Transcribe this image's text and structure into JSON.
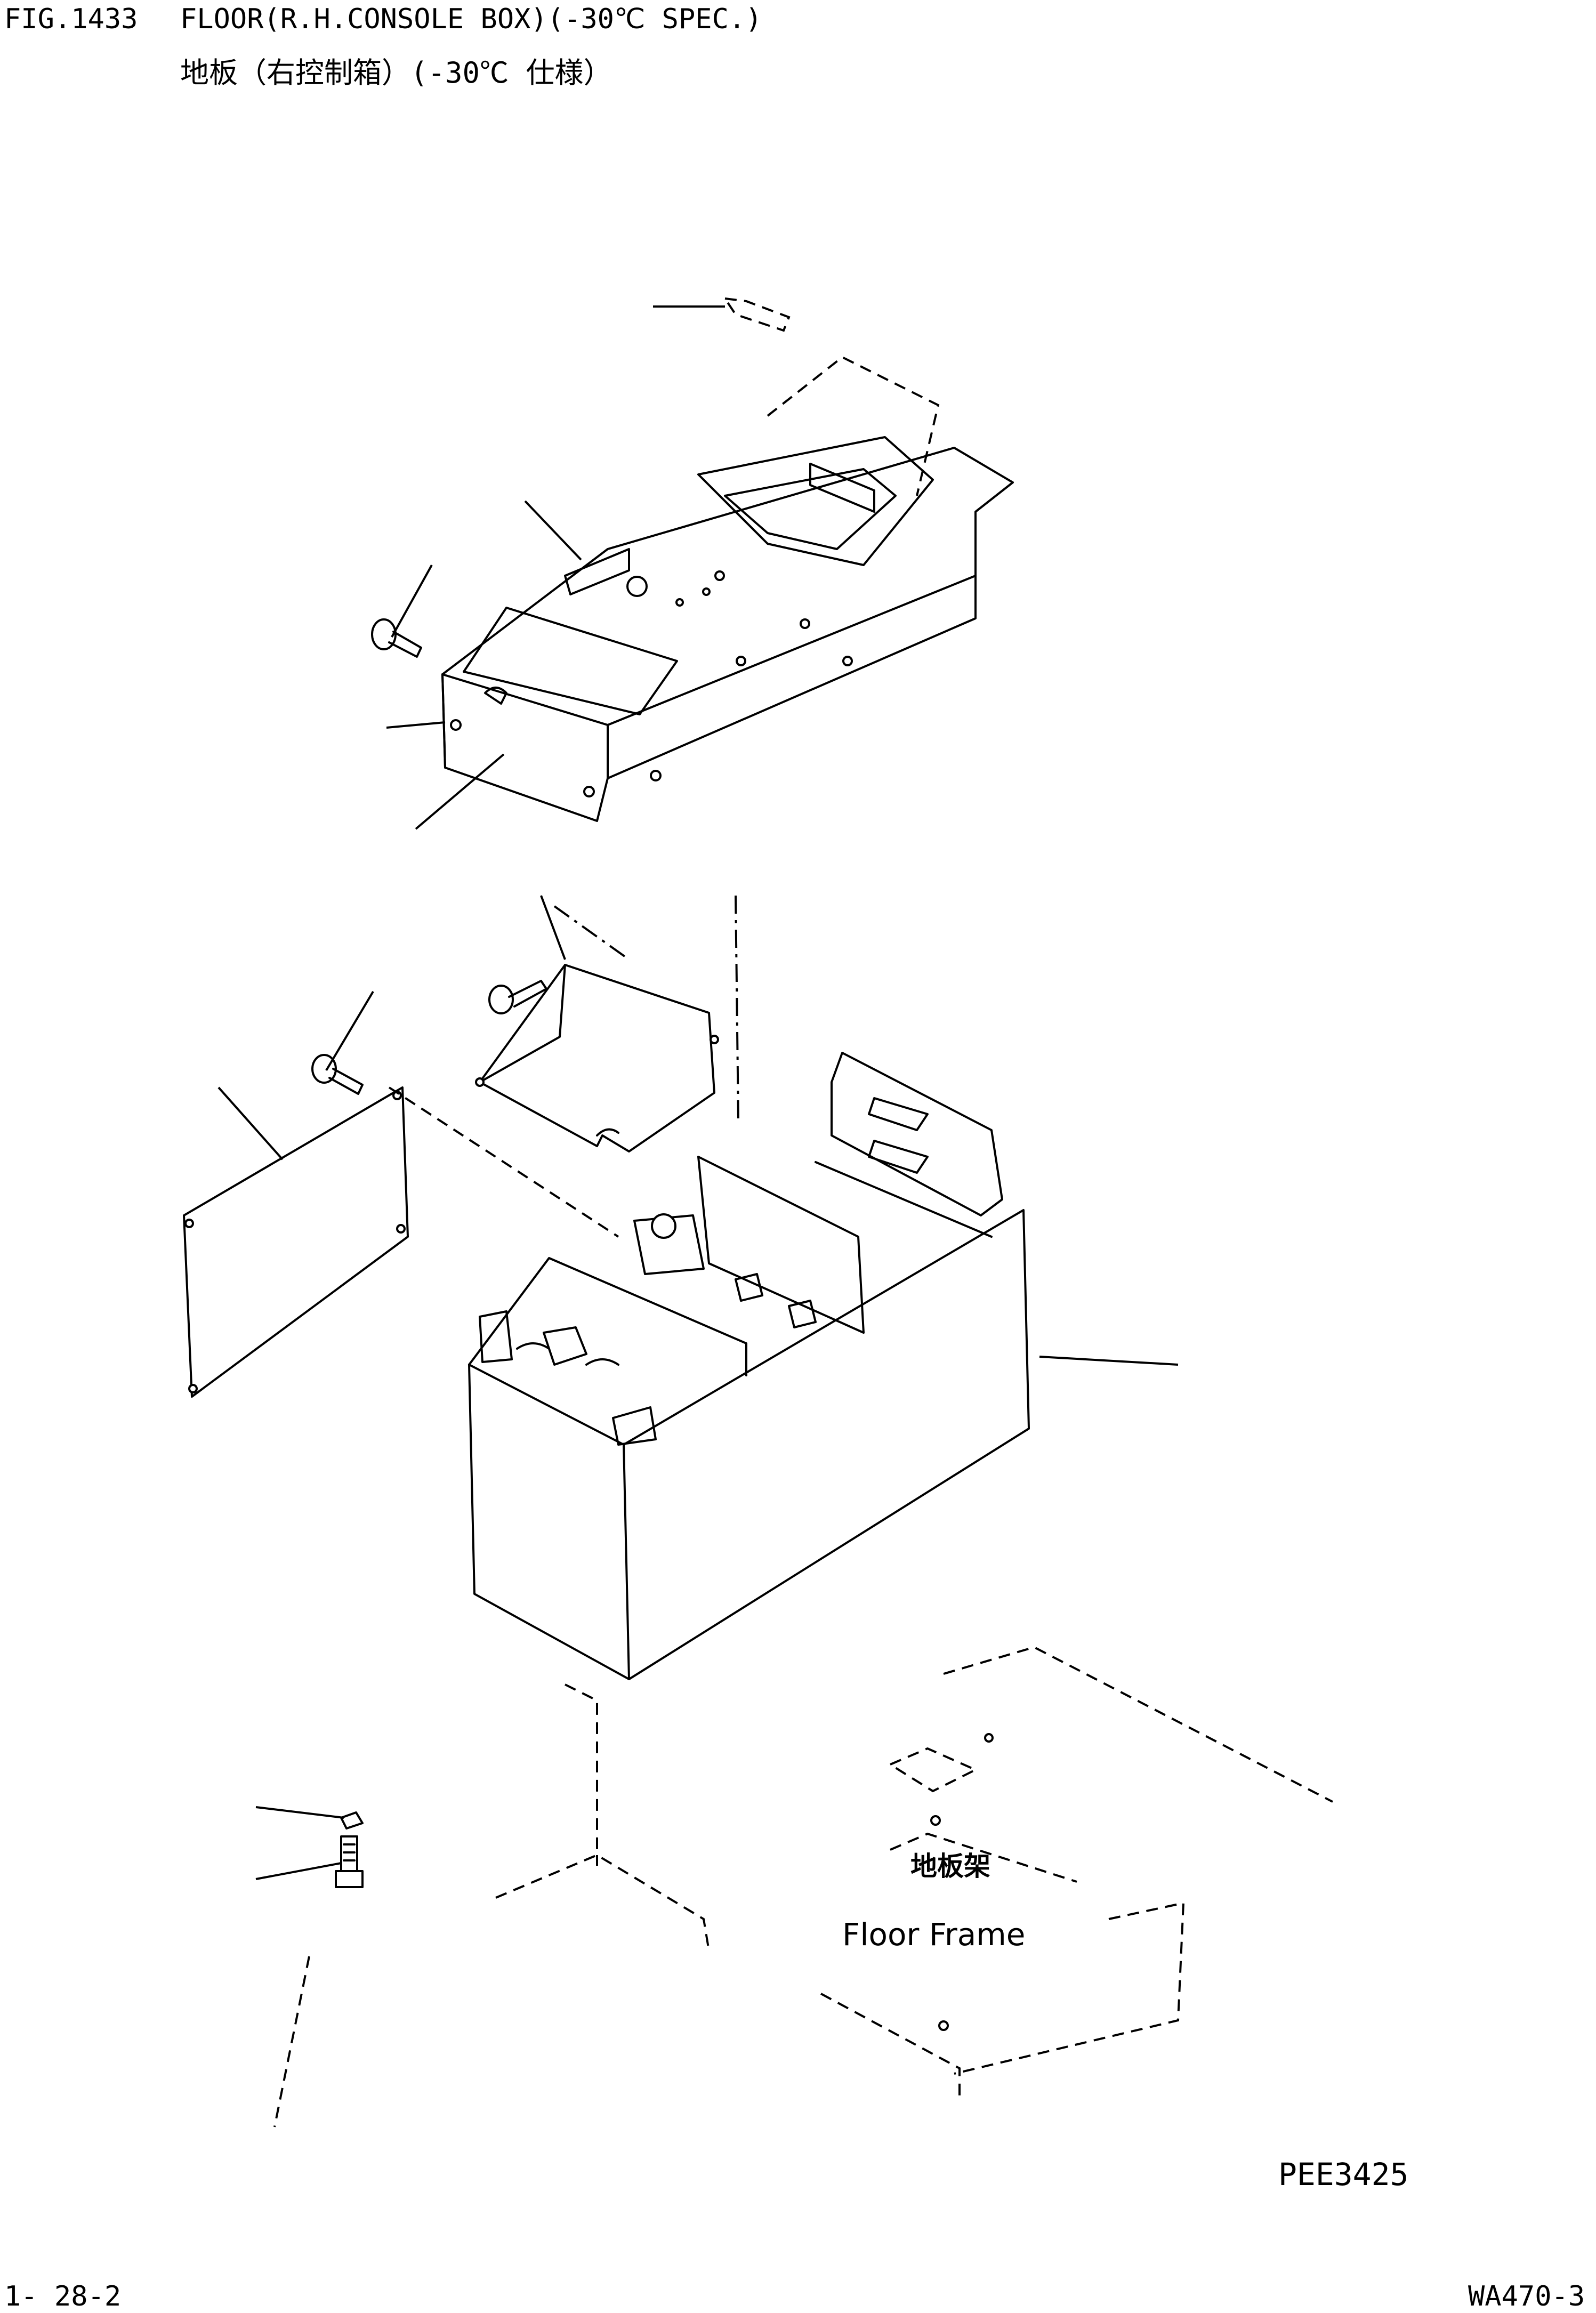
{
  "header": {
    "fig_number": "FIG.1433",
    "title": "FLOOR(R.H.CONSOLE BOX)(-30℃ SPEC.)",
    "title_cn": "地板（右控制箱）(-30℃ 仕様）"
  },
  "diagram": {
    "label_cn": "地板架",
    "label_en": "Floor Frame",
    "drawing_code": "PEE3425"
  },
  "footer": {
    "page": "1- 28-2",
    "model": "WA470-3"
  }
}
